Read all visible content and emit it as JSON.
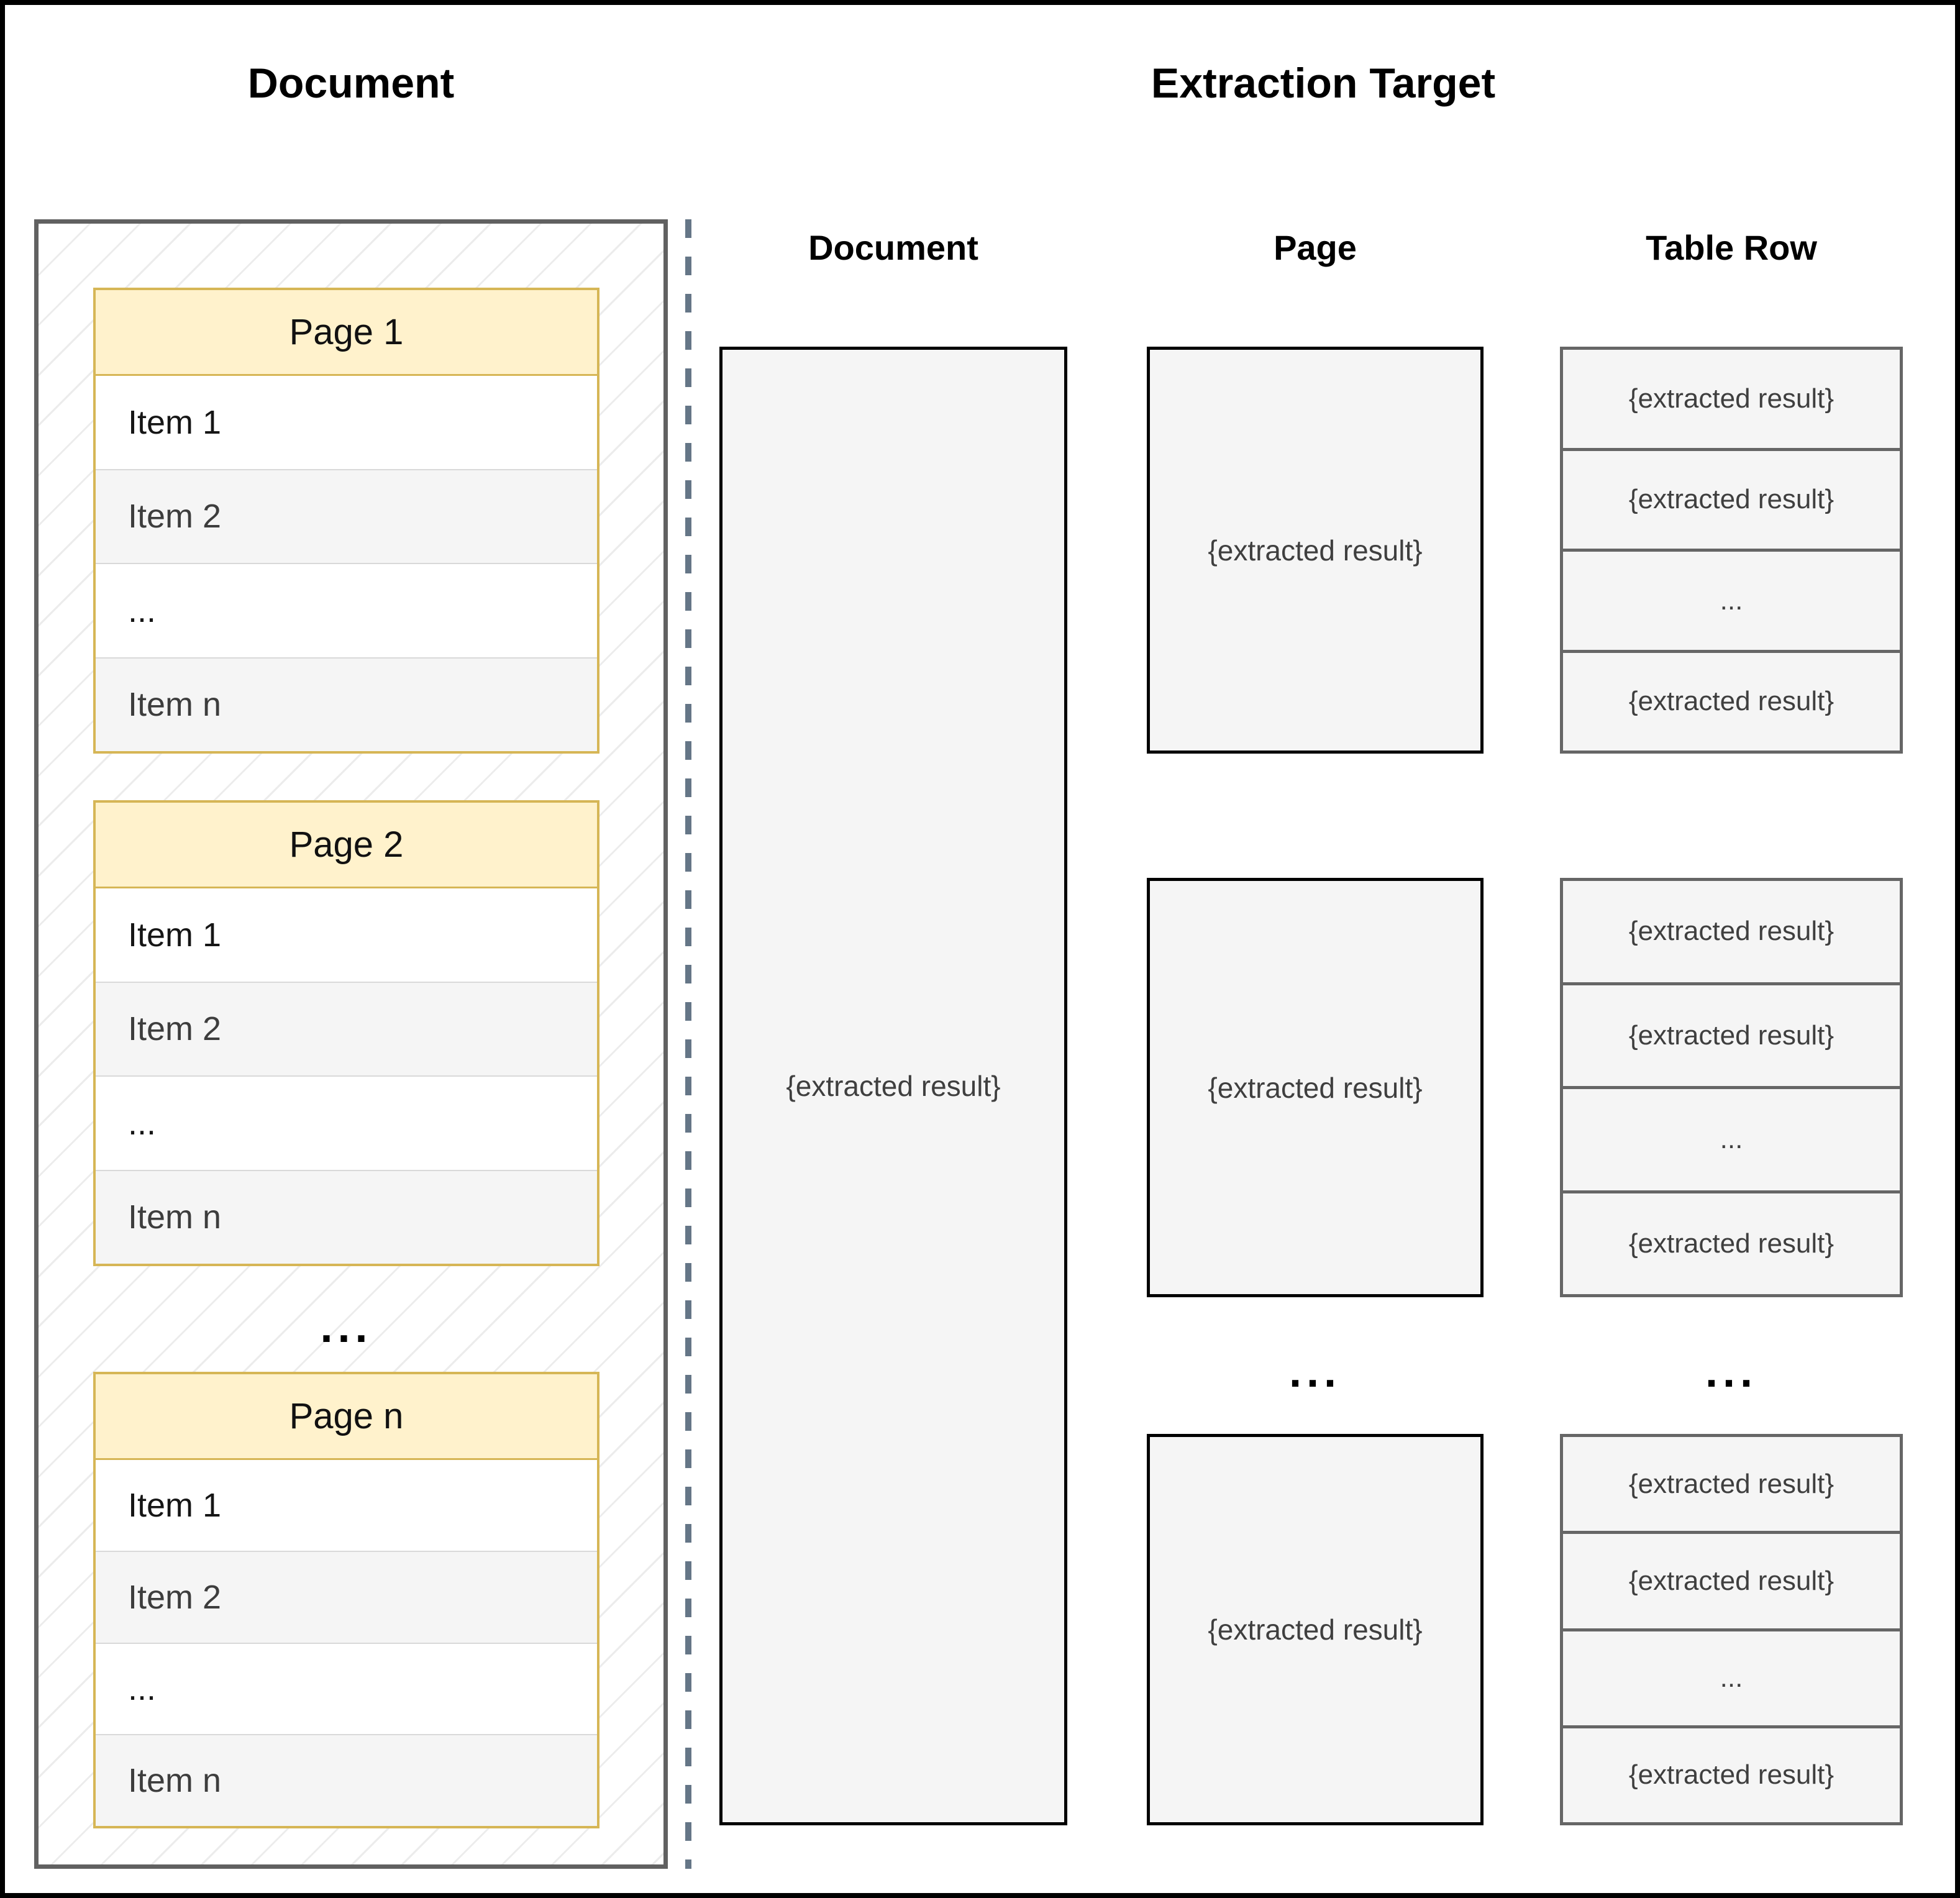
{
  "titles": {
    "left": "Document",
    "right": "Extraction Target"
  },
  "colors": {
    "page_header_fill": "#fff2cc",
    "page_header_stroke": "#d6b656",
    "panel_stroke": "#616161",
    "result_box_fill": "#f5f5f5",
    "result_box_stroke_black": "#000000",
    "row_group_stroke_gray": "#666666",
    "divider_dash": "#657687",
    "row_alt_fill": "#f5f5f5",
    "hatch_line": "#ececec"
  },
  "document_panel": {
    "pages": [
      {
        "title": "Page 1",
        "rows": [
          "Item 1",
          "Item 2",
          "...",
          "Item n"
        ]
      },
      {
        "title": "Page 2",
        "rows": [
          "Item 1",
          "Item 2",
          "...",
          "Item n"
        ]
      },
      {
        "title": "Page n",
        "rows": [
          "Item 1",
          "Item 2",
          "...",
          "Item n"
        ]
      }
    ],
    "ellipsis": "..."
  },
  "extraction_target": {
    "column_labels": [
      "Document",
      "Page",
      "Table Row"
    ],
    "document_box": {
      "text": "{extracted result}"
    },
    "page_boxes": [
      "{extracted result}",
      "{extracted result}",
      "{extracted result}"
    ],
    "page_ellipsis": "...",
    "row_groups": [
      {
        "cells": [
          "{extracted result}",
          "{extracted result}",
          "...",
          "{extracted result}"
        ]
      },
      {
        "cells": [
          "{extracted result}",
          "{extracted result}",
          "...",
          "{extracted result}"
        ]
      },
      {
        "cells": [
          "{extracted result}",
          "{extracted result}",
          "...",
          "{extracted result}"
        ]
      }
    ],
    "row_ellipsis": "..."
  }
}
